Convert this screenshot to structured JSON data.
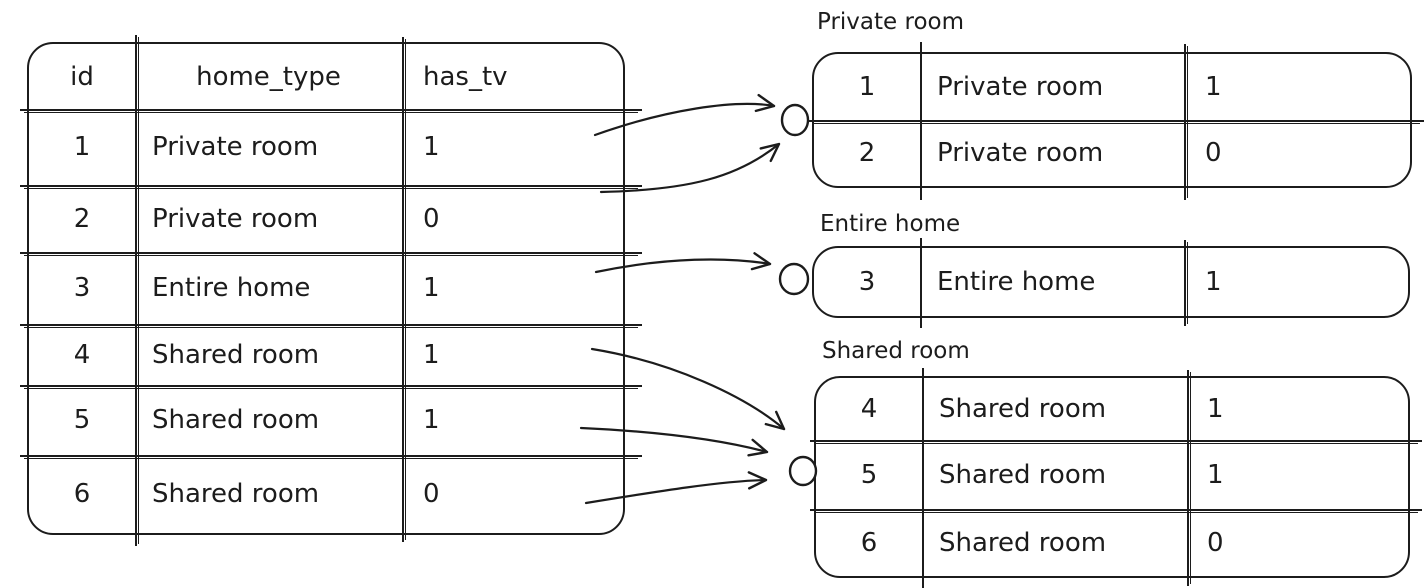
{
  "diagram": {
    "source_table": {
      "headers": [
        "id",
        "home_type",
        "has_tv"
      ],
      "rows": [
        [
          "1",
          "Private room",
          "1"
        ],
        [
          "2",
          "Private room",
          "0"
        ],
        [
          "3",
          "Entire home",
          "1"
        ],
        [
          "4",
          "Shared room",
          "1"
        ],
        [
          "5",
          "Shared room",
          "1"
        ],
        [
          "6",
          "Shared room",
          "0"
        ]
      ]
    },
    "groups": [
      {
        "label": "Private room",
        "rows": [
          [
            "1",
            "Private room",
            "1"
          ],
          [
            "2",
            "Private room",
            "0"
          ]
        ]
      },
      {
        "label": "Entire home",
        "rows": [
          [
            "3",
            "Entire home",
            "1"
          ]
        ]
      },
      {
        "label": "Shared room",
        "rows": [
          [
            "4",
            "Shared room",
            "1"
          ],
          [
            "5",
            "Shared room",
            "1"
          ],
          [
            "6",
            "Shared room",
            "0"
          ]
        ]
      }
    ]
  },
  "colors": {
    "ink": "#1c1c1c",
    "paper": "#ffffff"
  }
}
